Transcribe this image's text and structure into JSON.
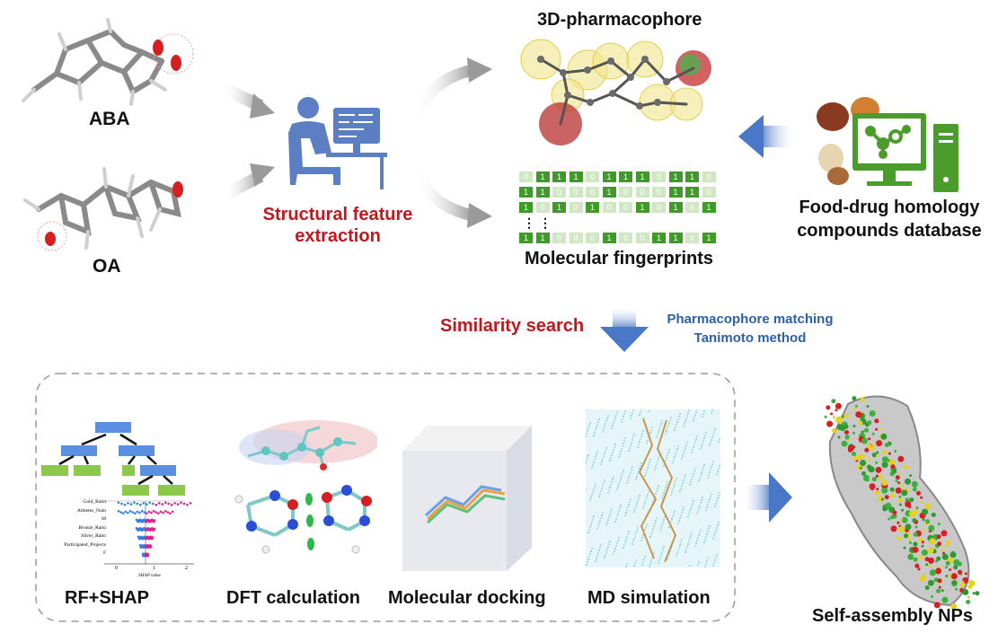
{
  "inputs": {
    "aba_label": "ABA",
    "oa_label": "OA"
  },
  "extraction": {
    "label_line1": "Structural feature",
    "label_line2": "extraction"
  },
  "pharmacophore": {
    "title": "3D-pharmacophore"
  },
  "fingerprints": {
    "label": "Molecular fingerprints",
    "rows": [
      [
        "0",
        "1",
        "1",
        "1",
        "0",
        "1",
        "1",
        "1",
        "0",
        "1",
        "1",
        "0"
      ],
      [
        "1",
        "1",
        "0",
        "0",
        "0",
        "1",
        "0",
        "0",
        "0",
        "1",
        "1",
        "0"
      ],
      [
        "1",
        "0",
        "1",
        "0",
        "1",
        "0",
        "0",
        "1",
        "0",
        "1",
        "0",
        "1"
      ],
      [
        "1",
        "1",
        "0",
        "0",
        "0",
        "1",
        "0",
        "0",
        "1",
        "1",
        "0",
        "1"
      ]
    ],
    "ellipsis": "⋮"
  },
  "database": {
    "label_line1": "Food-drug homology",
    "label_line2": "compounds database"
  },
  "search": {
    "label": "Similarity search",
    "method_line1": "Pharmacophore matching",
    "method_line2": "Tanimoto method"
  },
  "methods": {
    "rf_shap": "RF+SHAP",
    "dft": "DFT calculation",
    "docking": "Molecular docking",
    "md": "MD simulation",
    "shap_features": [
      "Gold_Ratio",
      "Athletes_Num",
      "M",
      "Bronze_Ratio",
      "Silver_Ratio",
      "Participated_Projects",
      "F"
    ],
    "shap_axis_ticks": [
      "0",
      "1",
      "2"
    ],
    "shap_axis_label": "SHAP value"
  },
  "result": {
    "label": "Self-assembly NPs"
  },
  "colors": {
    "accent_red": "#c0181f",
    "accent_blue": "#2e5fa8",
    "fp_dark": "#3f9a2a",
    "fp_light": "#cfe8c3",
    "monitor_green": "#4a9d2a",
    "person_blue": "#5b7fc2"
  }
}
